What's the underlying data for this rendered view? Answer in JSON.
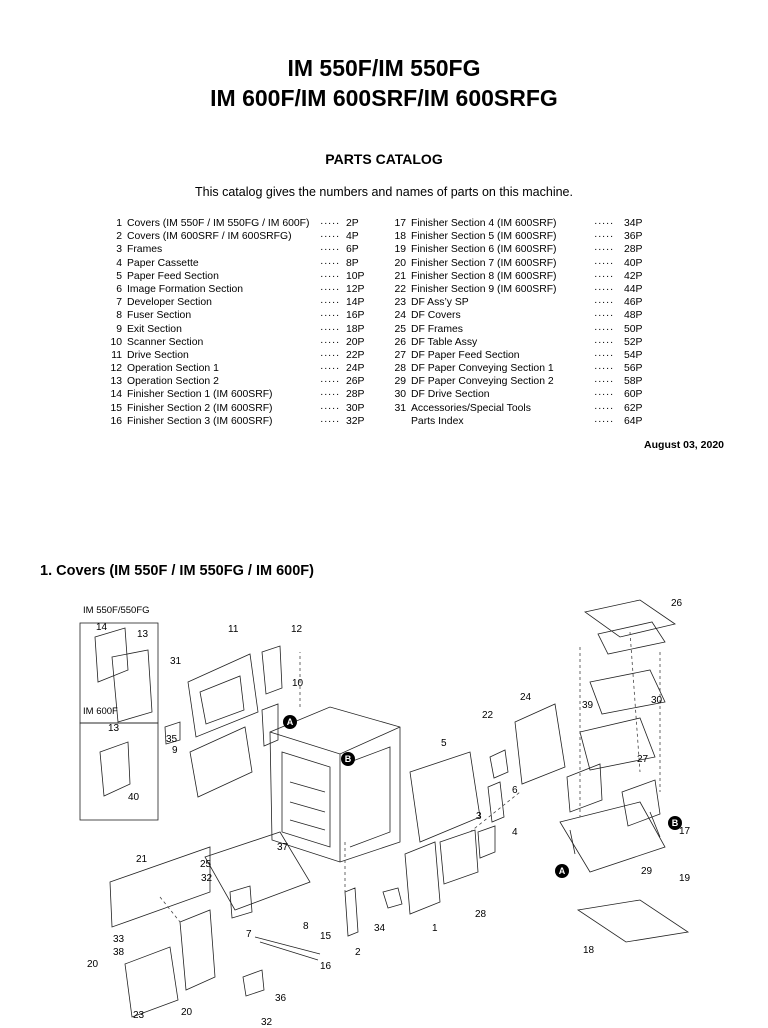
{
  "title": {
    "line1": "IM 550F/IM 550FG",
    "line2": "IM 600F/IM 600SRF/IM 600SRFG"
  },
  "subtitle": "PARTS CATALOG",
  "intro": "This catalog gives the numbers and names of parts on this machine.",
  "toc": {
    "left": [
      {
        "num": "1",
        "label": "Covers (IM 550F / IM 550FG / IM 600F)",
        "page": "2P"
      },
      {
        "num": "2",
        "label": "Covers (IM 600SRF / IM 600SRFG)",
        "page": "4P"
      },
      {
        "num": "3",
        "label": "Frames",
        "page": "6P"
      },
      {
        "num": "4",
        "label": "Paper Cassette",
        "page": "8P"
      },
      {
        "num": "5",
        "label": "Paper Feed Section",
        "page": "10P"
      },
      {
        "num": "6",
        "label": "Image Formation Section",
        "page": "12P"
      },
      {
        "num": "7",
        "label": "Developer Section",
        "page": "14P"
      },
      {
        "num": "8",
        "label": "Fuser Section",
        "page": "16P"
      },
      {
        "num": "9",
        "label": "Exit Section",
        "page": "18P"
      },
      {
        "num": "10",
        "label": "Scanner Section",
        "page": "20P"
      },
      {
        "num": "11",
        "label": "Drive Section",
        "page": "22P"
      },
      {
        "num": "12",
        "label": "Operation Section 1",
        "page": "24P"
      },
      {
        "num": "13",
        "label": "Operation Section 2",
        "page": "26P"
      },
      {
        "num": "14",
        "label": "Finisher Section 1 (IM 600SRF)",
        "page": "28P"
      },
      {
        "num": "15",
        "label": "Finisher Section 2 (IM 600SRF)",
        "page": "30P"
      },
      {
        "num": "16",
        "label": "Finisher Section 3 (IM 600SRF)",
        "page": "32P"
      }
    ],
    "right": [
      {
        "num": "17",
        "label": "Finisher Section 4 (IM 600SRF)",
        "page": "34P"
      },
      {
        "num": "18",
        "label": "Finisher Section 5 (IM 600SRF)",
        "page": "36P"
      },
      {
        "num": "19",
        "label": "Finisher Section 6 (IM 600SRF)",
        "page": "28P"
      },
      {
        "num": "20",
        "label": "Finisher Section 7 (IM 600SRF)",
        "page": "40P"
      },
      {
        "num": "21",
        "label": "Finisher Section 8 (IM 600SRF)",
        "page": "42P"
      },
      {
        "num": "22",
        "label": "Finisher Section 9 (IM 600SRF)",
        "page": "44P"
      },
      {
        "num": "23",
        "label": "DF Ass’y SP",
        "page": "46P"
      },
      {
        "num": "24",
        "label": "DF Covers",
        "page": "48P"
      },
      {
        "num": "25",
        "label": "DF Frames",
        "page": "50P"
      },
      {
        "num": "26",
        "label": "DF Table Assy",
        "page": "52P"
      },
      {
        "num": "27",
        "label": "DF Paper Feed Section",
        "page": "54P"
      },
      {
        "num": "28",
        "label": "DF Paper Conveying Section 1",
        "page": "56P"
      },
      {
        "num": "29",
        "label": "DF Paper Conveying Section 2",
        "page": "58P"
      },
      {
        "num": "30",
        "label": "DF Drive Section",
        "page": "60P"
      },
      {
        "num": "31",
        "label": "Accessories/Special Tools",
        "page": "62P"
      },
      {
        "num": "",
        "label": "Parts Index",
        "page": "64P"
      }
    ]
  },
  "dots": "·····",
  "date": "August 03, 2020",
  "section_heading": "1. Covers (IM 550F / IM 550FG / IM 600F)",
  "figure": {
    "inset_label_top": "IM 550F/550FG",
    "inset_label_bottom": "IM 600F",
    "marker_a": "A",
    "marker_b": "B",
    "callouts": [
      "14",
      "13",
      "11",
      "12",
      "26",
      "31",
      "10",
      "24",
      "22",
      "39",
      "30",
      "35",
      "9",
      "5",
      "27",
      "6",
      "13",
      "40",
      "3",
      "4",
      "17",
      "21",
      "25",
      "32",
      "37",
      "29",
      "19",
      "33",
      "38",
      "8",
      "7",
      "15",
      "34",
      "1",
      "28",
      "2",
      "16",
      "20",
      "18",
      "36",
      "23",
      "20",
      "32"
    ]
  }
}
